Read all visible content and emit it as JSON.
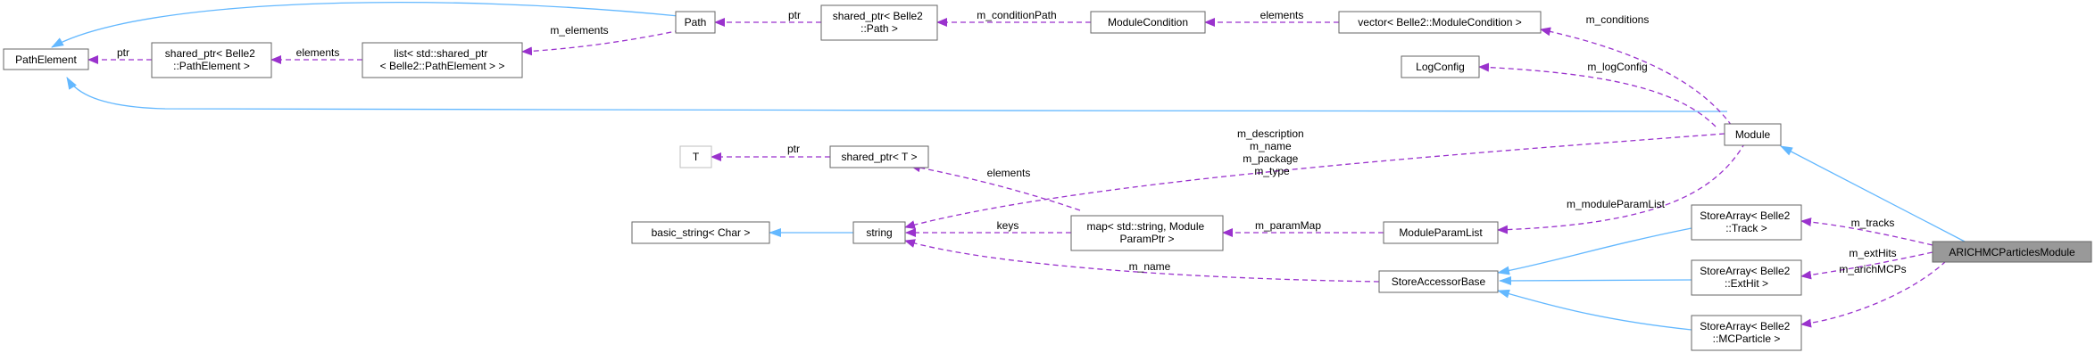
{
  "nodes": {
    "path_element": {
      "lines": [
        "PathElement"
      ]
    },
    "shared_ptr_path_element": {
      "lines": [
        "shared_ptr< Belle2",
        "::PathElement >"
      ]
    },
    "list_shared_ptr": {
      "lines": [
        "list< std::shared_ptr",
        "< Belle2::PathElement > >"
      ]
    },
    "path": {
      "lines": [
        "Path"
      ]
    },
    "shared_ptr_path": {
      "lines": [
        "shared_ptr< Belle2",
        "::Path >"
      ]
    },
    "module_condition": {
      "lines": [
        "ModuleCondition"
      ]
    },
    "vector_module_condition": {
      "lines": [
        "vector< Belle2::ModuleCondition >"
      ]
    },
    "log_config": {
      "lines": [
        "LogConfig"
      ]
    },
    "module": {
      "lines": [
        "Module"
      ]
    },
    "t": {
      "lines": [
        "T"
      ]
    },
    "shared_ptr_t": {
      "lines": [
        "shared_ptr< T >"
      ]
    },
    "basic_string": {
      "lines": [
        "basic_string< Char >"
      ]
    },
    "string": {
      "lines": [
        "string"
      ]
    },
    "map_param": {
      "lines": [
        "map< std::string, Module",
        "ParamPtr >"
      ]
    },
    "module_param_list": {
      "lines": [
        "ModuleParamList"
      ]
    },
    "store_accessor_base": {
      "lines": [
        "StoreAccessorBase"
      ]
    },
    "store_array_track": {
      "lines": [
        "StoreArray< Belle2",
        "::Track >"
      ]
    },
    "store_array_exthit": {
      "lines": [
        "StoreArray< Belle2",
        "::ExtHit >"
      ]
    },
    "store_array_mcparticle": {
      "lines": [
        "StoreArray< Belle2",
        "::MCParticle >"
      ]
    },
    "arich_module": {
      "lines": [
        "ARICHMCParticlesModule"
      ]
    }
  },
  "edge_labels": {
    "ptr_pe": [
      "ptr"
    ],
    "elements_list": [
      "elements"
    ],
    "m_elements": [
      "m_elements"
    ],
    "ptr_path": [
      "ptr"
    ],
    "m_condition_path": [
      "m_conditionPath"
    ],
    "elements_cond": [
      "elements"
    ],
    "m_conditions": [
      "m_conditions"
    ],
    "m_log_config": [
      "m_logConfig"
    ],
    "ptr_t": [
      "ptr"
    ],
    "elements_map": [
      "elements"
    ],
    "module_strings": [
      "m_description",
      "m_name",
      "m_package",
      "m_type"
    ],
    "keys": [
      "keys"
    ],
    "m_param_map": [
      "m_paramMap"
    ],
    "m_module_param_list": [
      "m_moduleParamList"
    ],
    "m_name_store": [
      "m_name"
    ],
    "m_tracks": [
      "m_tracks"
    ],
    "m_ext_hits": [
      "m_extHits"
    ],
    "m_arich_mcps": [
      "m_arichMCPs"
    ]
  },
  "colors": {
    "inheritance": "#63b8ff",
    "usage": "#9a32cd",
    "node_border": "#666666",
    "node_border_light": "#bfbfbf",
    "highlight_fill": "#999999",
    "text": "#000000"
  }
}
